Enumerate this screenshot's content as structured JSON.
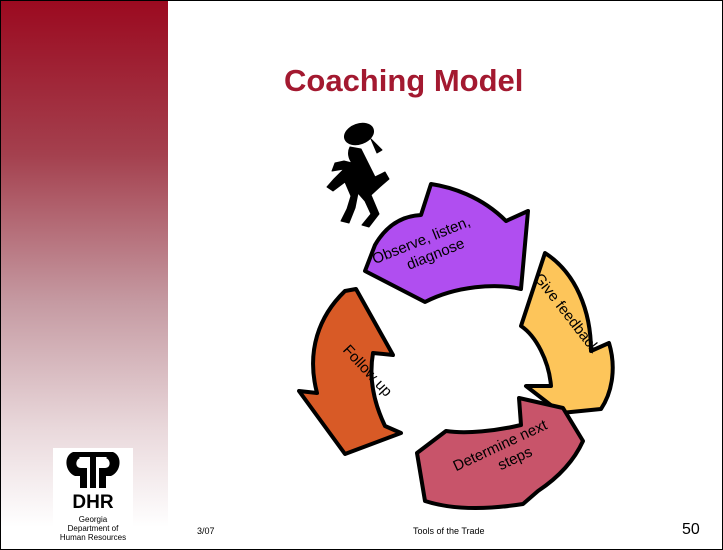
{
  "slide": {
    "title": "Coaching Model",
    "accent_color": "#a31930"
  },
  "cycle": {
    "segments": [
      {
        "lines": [
          "Observe, listen,",
          "diagnose"
        ],
        "color": "#b04ef0"
      },
      {
        "lines": [
          "Give feedback"
        ],
        "color": "#fdc55a"
      },
      {
        "lines": [
          "Determine next",
          "steps"
        ],
        "color": "#c8546a"
      },
      {
        "lines": [
          "Follow up"
        ],
        "color": "#d85a26"
      }
    ]
  },
  "logo": {
    "abbr": "DHR",
    "line1": "Georgia",
    "line2": "Department of",
    "line3": "Human Resources"
  },
  "footer": {
    "date": "3/07",
    "center": "Tools of the Trade",
    "page": "50"
  }
}
